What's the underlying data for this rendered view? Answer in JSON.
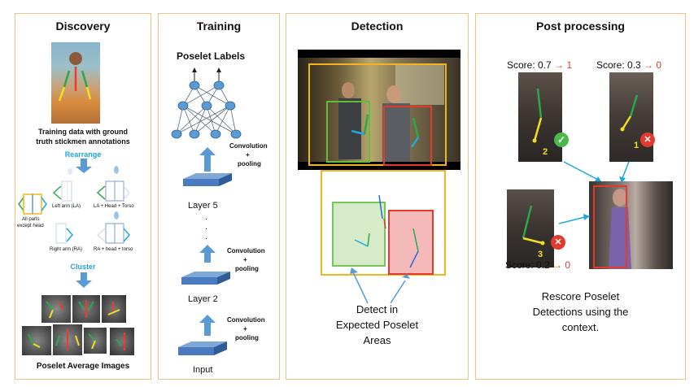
{
  "panels": {
    "discovery": {
      "title": "Discovery",
      "caption": "Training data with ground truth stickmen annotations",
      "caption_line1": "Training data with ground",
      "caption_line2": "truth stickmen annotations",
      "rearrange_label": "Rearrange",
      "cluster_label": "Cluster",
      "parts": {
        "all_parts_line1": "All parts",
        "all_parts_line2": "except head",
        "left_arm": "Left arm (LA)",
        "la_head_torso": "LA + Head + Torso",
        "right_arm": "Right arm (RA)",
        "ra_head_torso": "RA + head + torso"
      },
      "footer": "Poselet Average Images"
    },
    "training": {
      "title": "Training",
      "poselet_labels": "Poselet Labels",
      "conv_line1": "Convolution",
      "conv_line2": "+",
      "conv_line3": "pooling",
      "layer5": "Layer 5",
      "layer2": "Layer 2",
      "input": "Input",
      "dot": "."
    },
    "detection": {
      "title": "Detection",
      "caption_line1": "Detect in",
      "caption_line2": "Expected Poselet",
      "caption_line3": "Areas"
    },
    "post": {
      "title": "Post processing",
      "score1": {
        "prefix": "Score: 0.7",
        "arrow": "→",
        "result": "1"
      },
      "score2": {
        "prefix": "Score: 0.3",
        "arrow": "→",
        "result": "0"
      },
      "score3": {
        "prefix": "Score: 0.2",
        "arrow": "→",
        "result": "0"
      },
      "rank1": "2",
      "rank2": "1",
      "rank3": "3",
      "caption_line1": "Rescore Poselet",
      "caption_line2": "Detections using the",
      "caption_line3": "context."
    }
  },
  "colors": {
    "panel_border": "#f0c47a",
    "accent_blue": "#1ea7dd",
    "arrow_blue": "#5b9bd5",
    "red": "#e23b2e",
    "green": "#2aa84a",
    "yellow": "#f2e01f"
  },
  "icons": [
    "check-badge-icon",
    "cross-badge-icon"
  ]
}
